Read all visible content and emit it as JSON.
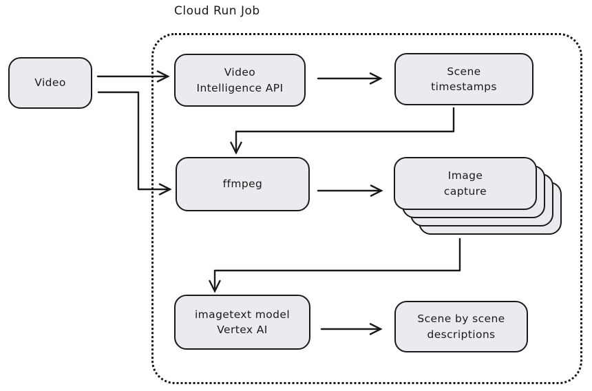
{
  "title": "Cloud Run Job",
  "nodes": {
    "video": {
      "label": "Video"
    },
    "video_intelligence": {
      "label": "Video\nIntelligence API"
    },
    "scene_timestamps": {
      "label": "Scene\ntimestamps"
    },
    "ffmpeg": {
      "label": "ffmpeg"
    },
    "image_capture": {
      "label": "Image\ncapture"
    },
    "imagetext_model": {
      "label": "imagetext model\nVertex AI"
    },
    "scene_descriptions": {
      "label": "Scene by scene\ndescriptions"
    }
  },
  "edges": [
    {
      "from": "video",
      "to": "video_intelligence"
    },
    {
      "from": "video",
      "to": "ffmpeg"
    },
    {
      "from": "video_intelligence",
      "to": "scene_timestamps"
    },
    {
      "from": "scene_timestamps",
      "to": "ffmpeg"
    },
    {
      "from": "ffmpeg",
      "to": "image_capture"
    },
    {
      "from": "image_capture",
      "to": "imagetext_model"
    },
    {
      "from": "imagetext_model",
      "to": "scene_descriptions"
    }
  ],
  "colors": {
    "node_fill": "#e9ebee",
    "stroke": "#191919",
    "background": "#ffffff"
  }
}
